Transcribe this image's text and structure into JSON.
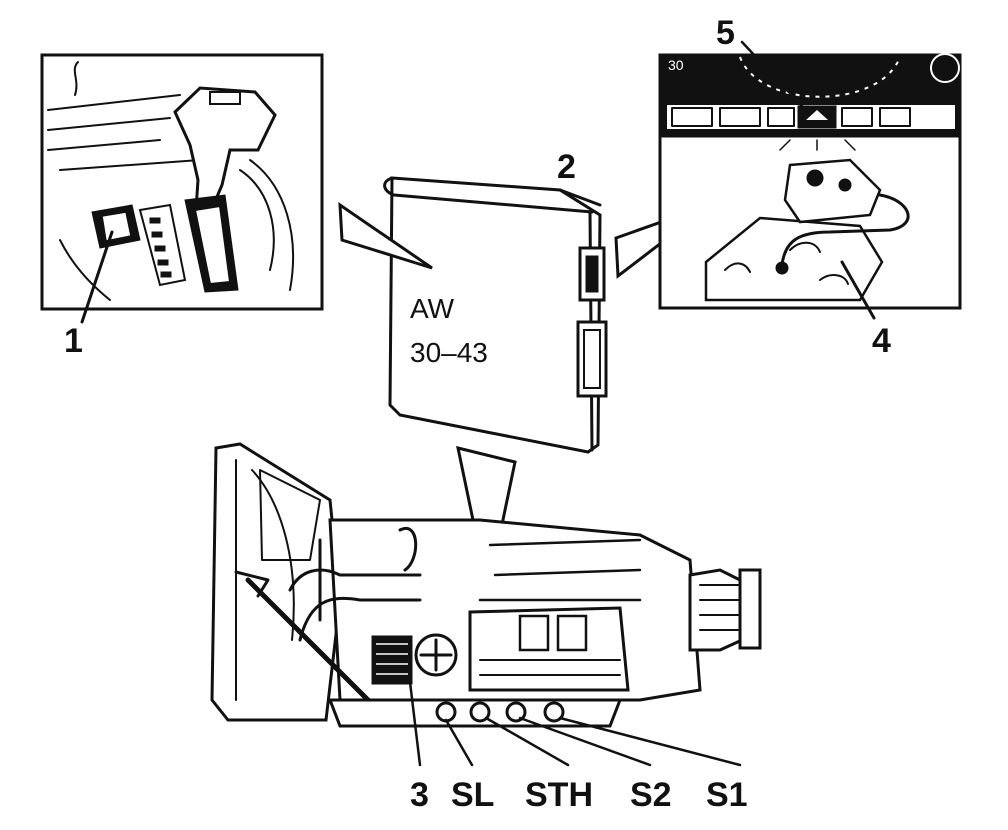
{
  "unit": {
    "line1": "AW",
    "line2": "30–43"
  },
  "callouts": {
    "c1": "1",
    "c2": "2",
    "c3": "3",
    "c4": "4",
    "c5": "5",
    "sl": "SL",
    "sth": "STH",
    "s2": "S2",
    "s1": "S1"
  },
  "colors": {
    "ink": "#111111",
    "paper": "#ffffff"
  }
}
